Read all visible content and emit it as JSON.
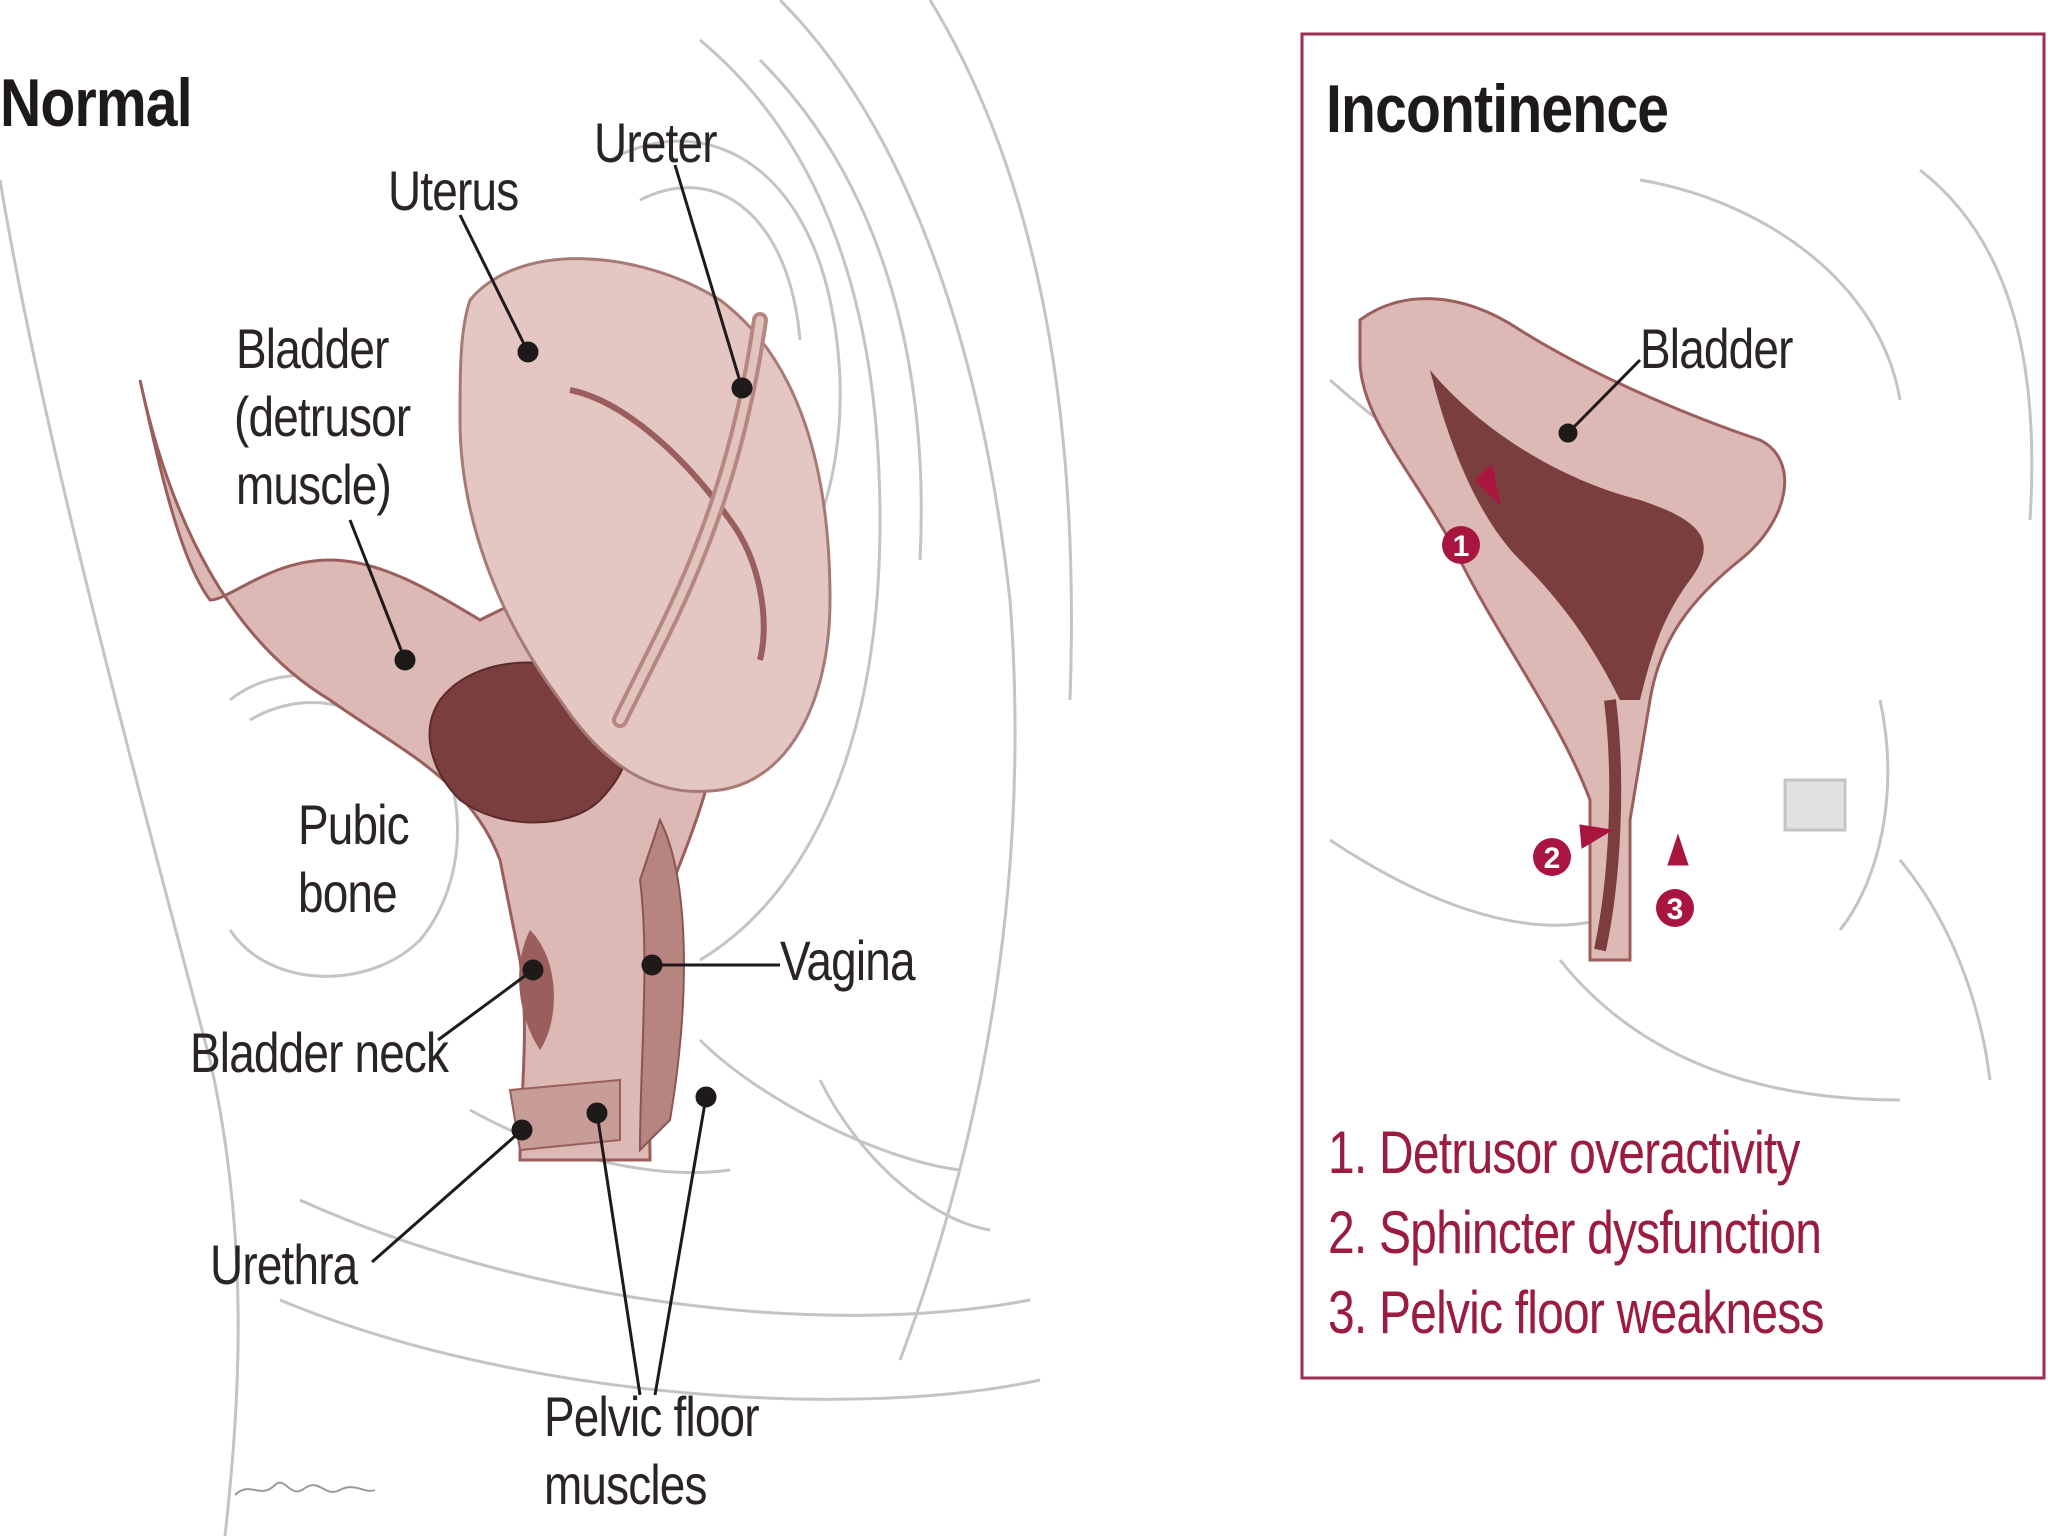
{
  "colors": {
    "tissue": "#dcb9b4",
    "tissue_dark": "#9a5f5c",
    "cavity": "#7a3e3f",
    "outline": "#b9b9b9",
    "accent": "#a8163f",
    "panel_border": "#9b2e52"
  },
  "normal_panel": {
    "heading": "Normal",
    "labels": {
      "uterus": "Uterus",
      "ureter": "Ureter",
      "bladder_line1": "Bladder",
      "bladder_line2": "(detrusor",
      "bladder_line3": "muscle)",
      "pubic_line1": "Pubic",
      "pubic_line2": "bone",
      "vagina": "Vagina",
      "bladder_neck": "Bladder neck",
      "urethra": "Urethra",
      "pelvic_line1": "Pelvic floor",
      "pelvic_line2": "muscles"
    }
  },
  "incontinence_panel": {
    "heading": "Incontinence",
    "labels": {
      "bladder": "Bladder"
    },
    "markers": [
      "1",
      "2",
      "3"
    ],
    "legend": [
      "1. Detrusor overactivity",
      "2. Sphincter dysfunction",
      "3. Pelvic floor weakness"
    ]
  }
}
